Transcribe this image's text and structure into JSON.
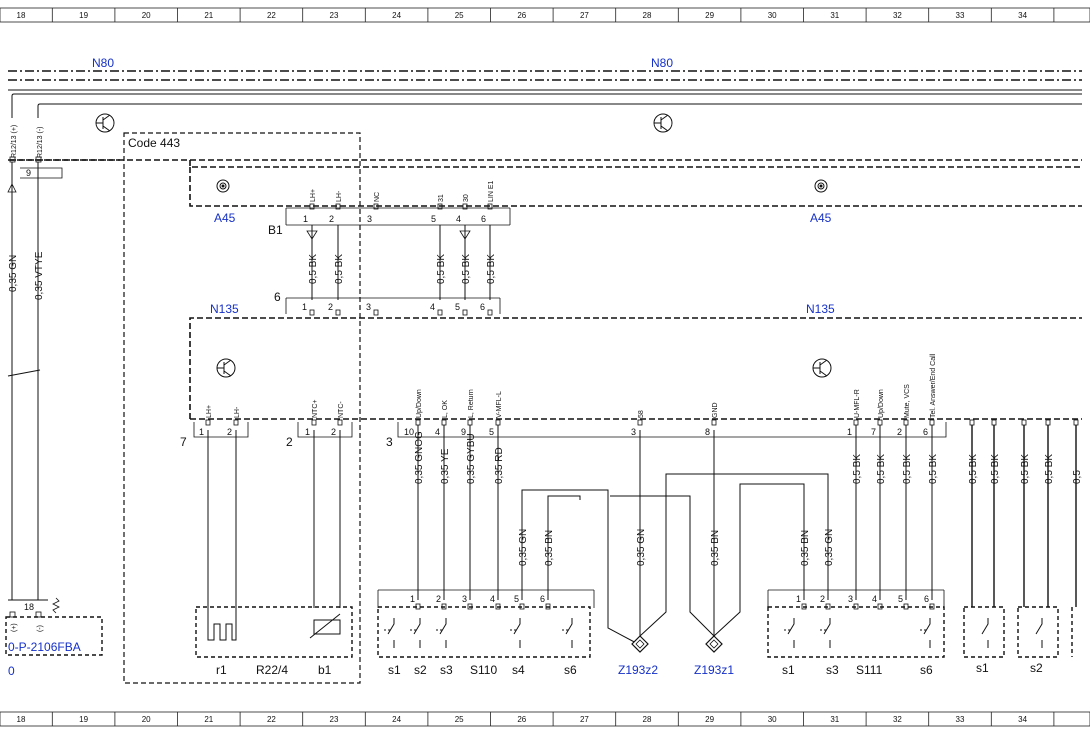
{
  "ruler": {
    "numbers": [
      "18",
      "19",
      "20",
      "21",
      "22",
      "23",
      "24",
      "25",
      "26",
      "27",
      "28",
      "29",
      "30",
      "31",
      "32",
      "33",
      "34"
    ]
  },
  "modules": {
    "n80_left": "N80",
    "n80_right": "N80",
    "a45_left": "A45",
    "a45_right": "A45",
    "n135_left": "N135",
    "n135_right": "N135",
    "code_box": "Code 443"
  },
  "left_side": {
    "conn_top_1": "R12/13 (+)",
    "conn_top_2": "R12/13 (-)",
    "pin_9": "9",
    "wire_1": "0,35 GN",
    "wire_2": "0,35 VTYE",
    "pin_18": "18",
    "plus_label": "(+)",
    "minus_label": "(-)",
    "link_label": "0-P-2106FBA",
    "zero_label": "0"
  },
  "a45_connector": {
    "name": "B1",
    "pins": [
      {
        "num": "1",
        "sig": "LH+",
        "wire": "0,5 BK"
      },
      {
        "num": "2",
        "sig": "LH-",
        "wire": "0,5 BK"
      },
      {
        "num": "3",
        "sig": "NC",
        "wire": ""
      },
      {
        "num": "5",
        "sig": "31",
        "wire": "0,5 BK"
      },
      {
        "num": "4",
        "sig": "30",
        "wire": "0,5 BK"
      },
      {
        "num": "6",
        "sig": "LIN E1",
        "wire": "0,5 BK"
      }
    ]
  },
  "n135_connector_top": {
    "name": "6",
    "pins": [
      "1",
      "2",
      "3",
      "4",
      "5",
      "6"
    ]
  },
  "n135_lower": {
    "conn7": {
      "name": "7",
      "pins": [
        {
          "num": "1",
          "sig": "LH+"
        },
        {
          "num": "2",
          "sig": "LH-"
        }
      ]
    },
    "conn2": {
      "name": "2",
      "pins": [
        {
          "num": "1",
          "sig": "NTC+"
        },
        {
          "num": "2",
          "sig": "NTC-"
        }
      ]
    },
    "conn3": {
      "name": "3",
      "pins": [
        {
          "num": "10",
          "sig": "Up/Down",
          "wire": "0,35 GNOG"
        },
        {
          "num": "4",
          "sig": "L, OK",
          "wire": "0,35 YE"
        },
        {
          "num": "9",
          "sig": "L, Return",
          "wire": "0,35 GYBU"
        },
        {
          "num": "5",
          "sig": "V-MFL-L",
          "wire": "0,35 RD"
        },
        {
          "num": "3",
          "sig": "58",
          "wire": "0,35 GN"
        },
        {
          "num": "8",
          "sig": "GND",
          "wire": "0,35 BN"
        },
        {
          "num": "1",
          "sig": "U-MFL-R",
          "wire": "0,5 BK"
        },
        {
          "num": "7",
          "sig": "Up/Down",
          "wire": "0,5 BK"
        },
        {
          "num": "2",
          "sig": "Mute, VCS",
          "wire": "0,5 BK"
        },
        {
          "num": "6",
          "sig": "Tel. Answer/End Call",
          "wire": "0,5 BK"
        }
      ]
    },
    "far_wires": [
      "0,5 BK",
      "0,5 BK",
      "0,5 BK",
      "0,5 BK",
      "0,5"
    ]
  },
  "s110": {
    "name": "S110",
    "wire_a": "0,35 GN",
    "wire_b": "0,35 BN",
    "pins": [
      "1",
      "2",
      "3",
      "4",
      "5",
      "6"
    ],
    "switches": [
      "s1",
      "s2",
      "s3",
      "s4",
      "s6"
    ]
  },
  "s111": {
    "name": "S111",
    "wire_a": "0,35 BN",
    "wire_b": "0,35 GN",
    "pins": [
      "1",
      "2",
      "3",
      "4",
      "5",
      "6"
    ],
    "switches": [
      "s1",
      "s3",
      "s6"
    ]
  },
  "r22": {
    "name": "R22/4",
    "r1": "r1",
    "b1": "b1"
  },
  "splices": {
    "z1_label": "Z193z2",
    "z2_label": "Z193z1",
    "z1_wire": "0,35 GN",
    "z2_wire": "0,35 BN"
  },
  "far_right": {
    "s1": "s1",
    "s2": "s2"
  }
}
